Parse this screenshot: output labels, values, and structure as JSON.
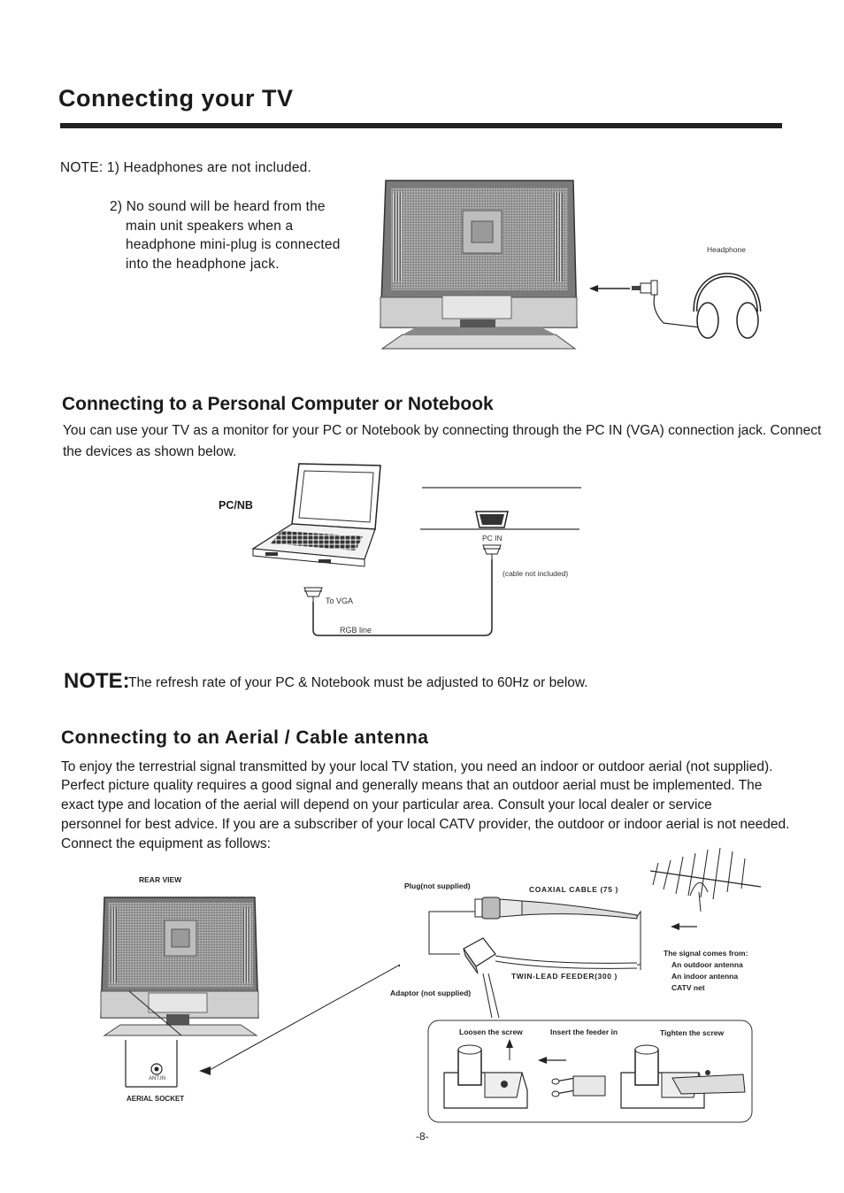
{
  "page_title": "Connecting your TV",
  "headphone_note": {
    "line1": "NOTE: 1) Headphones are not included.",
    "line2a": "2) No sound will be heard from the",
    "line2b": "main unit speakers when a",
    "line2c": "headphone mini-plug is connected",
    "line2d": "into the headphone jack.",
    "headphone_label": "Headphone"
  },
  "pc_section": {
    "title": "Connecting to a Personal Computer or Notebook",
    "para_line1": "You can use your TV as a monitor for your PC or Notebook by connecting through the PC IN (VGA) connection jack. Connect",
    "para_line2": "the devices as shown below.",
    "pcnb_label": "PC/NB",
    "pcin_label": "PC IN",
    "cable_note": "(cable not included)",
    "tovga_label": "To VGA",
    "rgb_label": "RGB line",
    "note_head": "NOTE:",
    "note_text": "The refresh rate of your PC & Notebook must be adjusted to 60Hz or below."
  },
  "aerial_section": {
    "title": "Connecting to an Aerial / Cable antenna",
    "line1": "To enjoy the terrestrial signal transmitted by your local TV station, you need an indoor or outdoor aerial (not supplied).",
    "line2": "Perfect picture quality requires a good signal and generally means that an outdoor aerial must be implemented. The",
    "line3": "exact type and location of the aerial will depend on your particular area. Consult  your local dealer or service",
    "line4": "personnel for best advice. If you are a subscriber of your local CATV provider, the outdoor or indoor aerial is not needed.",
    "line5": "Connect the equipment as follows:",
    "rear_view": "REAR VIEW",
    "plug": "Plug(not supplied)",
    "coax": "COAXIAL CABLE (75    )",
    "twin": "TWIN-LEAD FEEDER(300     )",
    "adaptor": "Adaptor (not supplied)",
    "signal_head": "The signal comes from:",
    "signal_1": "An  outdoor antenna",
    "signal_2": "An  indoor antenna",
    "signal_3": "CATV  net",
    "loosen": "Loosen the screw",
    "insert": "Insert the feeder in",
    "tighten": "Tighten the screw",
    "antin": "ANT.IN",
    "aerial_socket": "AERIAL SOCKET"
  },
  "page_number": "-8-"
}
